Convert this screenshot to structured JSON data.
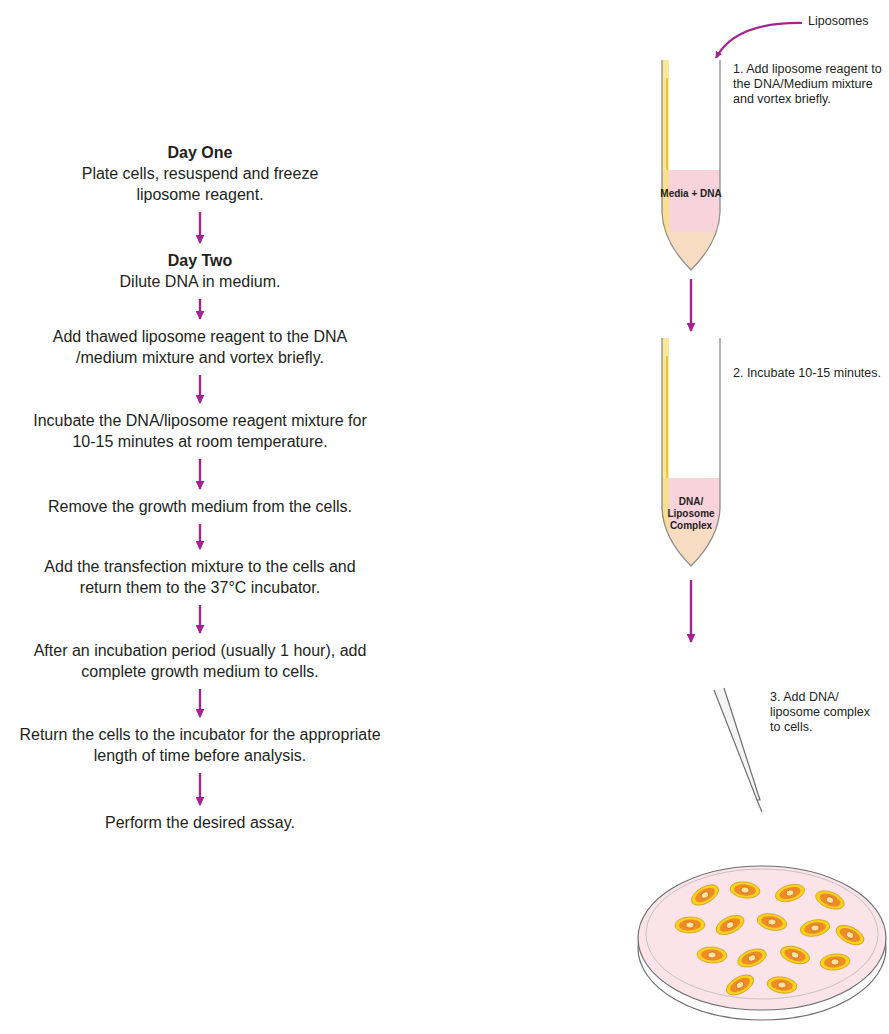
{
  "diagram": {
    "nodes": [
      {
        "text": [
          "Day One",
          "Plate cells, resuspend and freeze liposome reagent."
        ]
      },
      {
        "text": [
          "Day Two",
          "Dilute DNA in medium."
        ]
      },
      {
        "text": [
          "Add thawed liposome reagent to the DNA /medium mixture and vortex briefly."
        ]
      },
      {
        "text": [
          "Incubate the DNA/liposome reagent mixture for 10-15 minutes at room temperature."
        ]
      },
      {
        "text": [
          "Remove the growth medium from the cells."
        ]
      },
      {
        "text": [
          "Add the transfection mixture to the cells and return them to the 37°C incubator."
        ]
      },
      {
        "text": [
          "After an incubation period (usually 1 hour), add complete growth medium to cells."
        ]
      },
      {
        "text": [
          "Return the cells to the incubator for the appropriate length of time before analysis."
        ]
      },
      {
        "text": [
          "Perform the desired assay."
        ]
      },
      {
        "text": [
          "Media + DNA"
        ]
      },
      {
        "text": [
          "DNA/ Liposome Complex"
        ]
      }
    ],
    "edges": [
      {
        "from": 0,
        "to": 1,
        "arrow": "to"
      },
      {
        "from": 1,
        "to": 2,
        "arrow": "to"
      },
      {
        "from": 2,
        "to": 3,
        "arrow": "to"
      },
      {
        "from": 3,
        "to": 4,
        "arrow": "to"
      },
      {
        "from": 4,
        "to": 5,
        "arrow": "to"
      },
      {
        "from": 5,
        "to": 6,
        "arrow": "to"
      },
      {
        "from": 6,
        "to": 7,
        "arrow": "to"
      },
      {
        "from": 7,
        "to": 8,
        "arrow": "to"
      },
      {
        "from": 9,
        "to": 10,
        "arrow": "to"
      }
    ],
    "labels": [
      "Liposomes",
      "1. Add liposome reagent to the DNA/Medium mixture and vortex briefly.",
      "2. Incubate 10-15 minutes.",
      "3. Add DNA/ liposome complex to cells."
    ]
  }
}
